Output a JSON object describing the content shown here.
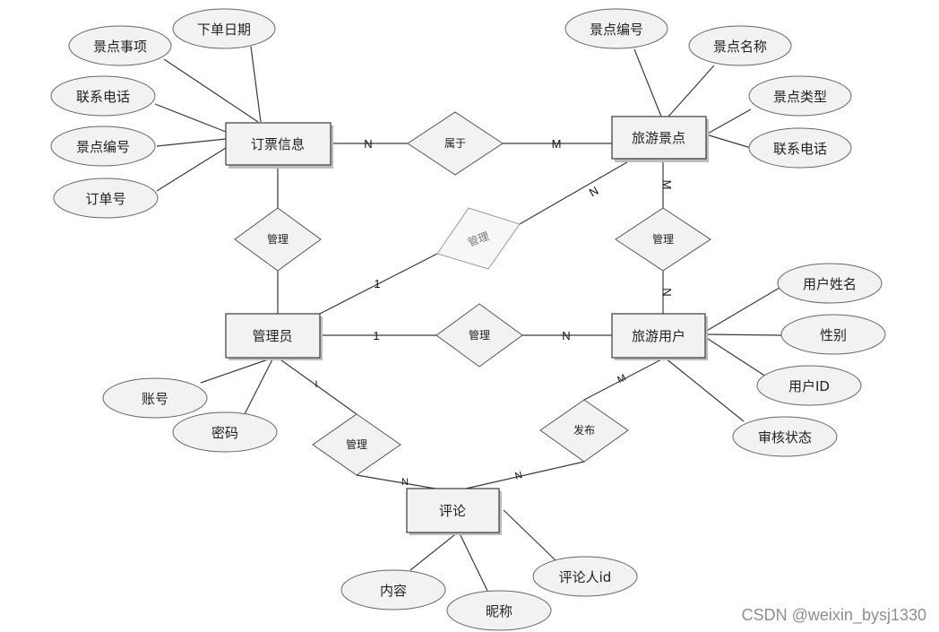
{
  "entities": {
    "order_info": "订票信息",
    "scenic_spot": "旅游景点",
    "admin": "管理员",
    "tourist_user": "旅游用户",
    "comment": "评论"
  },
  "relationships": {
    "belongs_to": "属于",
    "manage_order": "管理",
    "manage_spot": "管理",
    "manage_spot_user": "管理",
    "manage_user": "管理",
    "manage_comment": "管理",
    "publish": "发布"
  },
  "attributes": {
    "order_date": "下单日期",
    "order_item": "景点事项",
    "order_phone": "联系电话",
    "order_spot_no": "景点编号",
    "order_no": "订单号",
    "spot_no": "景点编号",
    "spot_name": "景点名称",
    "spot_type": "景点类型",
    "spot_phone": "联系电话",
    "user_name": "用户姓名",
    "user_gender": "性别",
    "user_id": "用户ID",
    "user_status": "审核状态",
    "admin_account": "账号",
    "admin_password": "密码",
    "comment_content": "内容",
    "comment_nickname": "昵称",
    "commenter_id": "评论人id"
  },
  "cardinalities": {
    "order_belongs": "N",
    "spot_belongs": "M",
    "spot_manage_faded": "N",
    "admin_manage_faded": "1",
    "spot_manage_user": "M",
    "user_manage_spot": "N",
    "admin_manage_user": "1",
    "user_manage_admin": "N",
    "admin_manage_comment": "I",
    "comment_manage_admin": "N",
    "user_publish": "M",
    "comment_publish": "N"
  },
  "watermark": "CSDN @weixin_bysj1330"
}
